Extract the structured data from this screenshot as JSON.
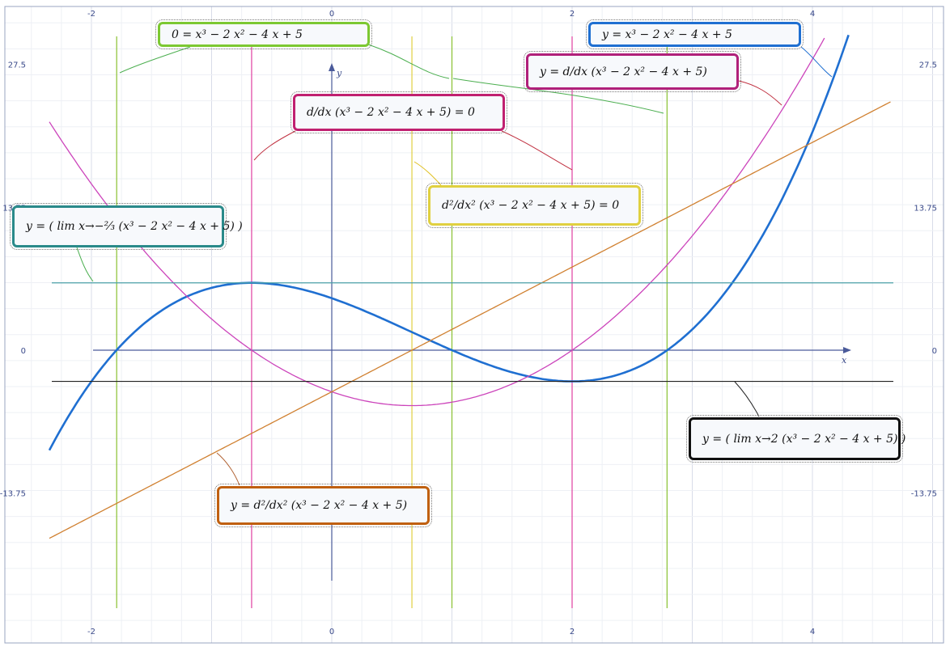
{
  "chart_data": {
    "type": "line",
    "x_range": [
      -2.5,
      4.65
    ],
    "y_range": [
      -22.5,
      33.5
    ],
    "x_ticks": [
      "-2",
      "0",
      "2",
      "4"
    ],
    "y_ticks": [
      "27.5",
      "13.75",
      "0",
      "-13.75"
    ],
    "xlabel": "x",
    "ylabel": "y",
    "grid": true,
    "series": [
      {
        "name": "y = x^3 - 2x^2 - 4x + 5",
        "color": "#1f6fd1",
        "fn": "cubic",
        "x_min": -2.35,
        "x_max": 4.3
      },
      {
        "name": "y = d/dx (x^3 - 2x^2 - 4x + 5)",
        "color": "#cc44bb",
        "fn": "derivative",
        "x_min": -2.35,
        "x_max": 4.1
      },
      {
        "name": "y = d^2/dx^2 (x^3 - 2x^2 - 4x + 5)",
        "color": "#d08030",
        "fn": "second_derivative",
        "x_min": -2.35,
        "x_max": 4.65
      },
      {
        "name": "y = (lim x->-2/3 (x^3 - 2x^2 - 4x + 5))",
        "color": "#4aa0a8",
        "type": "hline",
        "y": 6.48
      },
      {
        "name": "y = (lim x->2 (x^3 - 2x^2 - 4x + 5))",
        "color": "#222222",
        "type": "hline",
        "y": -3
      }
    ],
    "vlines": [
      {
        "x": -1.79,
        "color": "#88c030",
        "label": "0 = x^3 - 2x^2 - 4x + 5"
      },
      {
        "x": 1.0,
        "color": "#88c030",
        "label": "0 = x^3 - 2x^2 - 4x + 5"
      },
      {
        "x": 2.79,
        "color": "#88c030",
        "label": "0 = x^3 - 2x^2 - 4x + 5"
      },
      {
        "x": -0.667,
        "color": "#e040a0",
        "label": "d/dx (x^3 - 2x^2 - 4x + 5) = 0"
      },
      {
        "x": 2.0,
        "color": "#e040a0",
        "label": "d/dx (x^3 - 2x^2 - 4x + 5) = 0"
      },
      {
        "x": 0.667,
        "color": "#e0d040",
        "label": "d^2/dx^2 (x^3 - 2x^2 - 4x + 5) = 0"
      }
    ]
  },
  "annotations": [
    {
      "id": "eq_zero",
      "text": "0 = x³ − 2 x² − 4 x + 5",
      "color": "#7cc832"
    },
    {
      "id": "func",
      "text": "y = x³ − 2 x² − 4 x + 5",
      "color": "#1f6fd1"
    },
    {
      "id": "deriv",
      "text": "y = d/dx (x³ − 2 x² − 4 x + 5)",
      "color": "#b0207a"
    },
    {
      "id": "deriv_zero",
      "text": "d/dx (x³ − 2 x² − 4 x + 5) = 0",
      "color": "#c02070"
    },
    {
      "id": "second_zero",
      "text": "d²/dx² (x³ − 2 x² − 4 x + 5) = 0",
      "color": "#e0d040"
    },
    {
      "id": "lim_neg",
      "text": "y = ( lim x→−⅔ (x³ − 2 x² − 4 x + 5) )",
      "color": "#2a8a8a"
    },
    {
      "id": "lim_two",
      "text": "y = ( lim x→2 (x³ − 2 x² − 4 x + 5) )",
      "color": "#111111"
    },
    {
      "id": "second",
      "text": "y = d²/dx² (x³ − 2 x² − 4 x + 5)",
      "color": "#c06010"
    }
  ]
}
